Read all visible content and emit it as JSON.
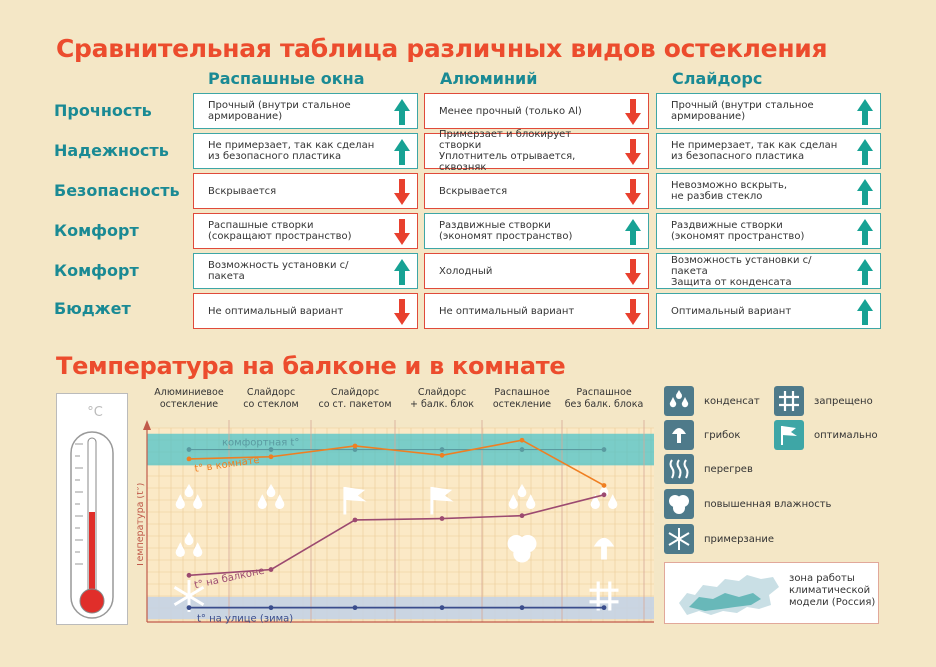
{
  "title": "Сравнительная таблица различных видов остекления",
  "columns": [
    "Распашные окна",
    "Алюминий",
    "Слайдорс"
  ],
  "rows": [
    {
      "label": "Прочность",
      "cells": [
        {
          "text": "Прочный (внутри стальное\nармирование)",
          "good": true
        },
        {
          "text": "Менее прочный (только Al)",
          "good": false
        },
        {
          "text": "Прочный (внутри стальное\nармирование)",
          "good": true
        }
      ]
    },
    {
      "label": "Надежность",
      "cells": [
        {
          "text": "Не примерзает, так как сделан\nиз безопасного пластика",
          "good": true
        },
        {
          "text": "Примерзает и блокирует створки\nУплотнитель отрывается, сквозняк",
          "good": false
        },
        {
          "text": "Не примерзает, так как сделан\nиз безопасного пластика",
          "good": true
        }
      ]
    },
    {
      "label": "Безопасность",
      "cells": [
        {
          "text": "Вскрывается",
          "good": false
        },
        {
          "text": "Вскрывается",
          "good": false
        },
        {
          "text": "Невозможно вскрыть,\nне разбив стекло",
          "good": true
        }
      ]
    },
    {
      "label": "Комфорт",
      "cells": [
        {
          "text": "Распашные створки\n(сокращают пространство)",
          "good": false
        },
        {
          "text": "Раздвижные створки\n(экономят пространство)",
          "good": true
        },
        {
          "text": "Раздвижные створки\n(экономят пространство)",
          "good": true
        }
      ]
    },
    {
      "label": "Комфорт",
      "cells": [
        {
          "text": "Возможность установки с/пакета",
          "good": true
        },
        {
          "text": "Холодный",
          "good": false
        },
        {
          "text": "Возможность установки с/пакета\nЗащита от конденсата",
          "good": true
        }
      ]
    },
    {
      "label": "Бюджет",
      "cells": [
        {
          "text": "Не оптимальный вариант",
          "good": false
        },
        {
          "text": "Не оптимальный вариант",
          "good": false
        },
        {
          "text": "Оптимальный вариант",
          "good": true
        }
      ]
    }
  ],
  "title2": "Температура на балконе и в комнате",
  "thermometer_unit": "°C",
  "chart": {
    "categories": [
      "Алюминиевое\nостекление",
      "Слайдорс\nсо стеклом",
      "Слайдорс\nсо ст. пакетом",
      "Слайдорс\n+ балк. блок",
      "Распашное\nостекление",
      "Распашное\nбез балк. блока"
    ],
    "ylabel": "Температура (t°)",
    "comfort_label": "комфортная t°",
    "room_label": "t° в комнате",
    "balcony_label": "t° на балконе",
    "street_label": "t° на улице (зима)",
    "comfort": [
      1,
      1,
      1,
      1,
      1,
      1
    ],
    "room": [
      -0.3,
      0.0,
      1.5,
      0.2,
      2.3,
      -4.0
    ],
    "balcony": [
      -16.5,
      -15.7,
      -8.8,
      -8.6,
      -8.2,
      -5.3
    ],
    "street": [
      -21,
      -21,
      -21,
      -21,
      -21,
      -21
    ],
    "icons": [
      [
        "condensate",
        "condensate",
        "frost"
      ],
      [
        "condensate"
      ],
      [
        "optimal"
      ],
      [
        "optimal"
      ],
      [
        "condensate",
        "humidity"
      ],
      [
        "condensate",
        "fungus",
        "forbidden"
      ]
    ],
    "colors": {
      "room": "#ef7f22",
      "balcony": "#9c4a70",
      "street": "#3a4d8c",
      "comfort": "#5a9aa0"
    }
  },
  "legend": [
    {
      "icon": "condensate-icon",
      "label": "конденсат"
    },
    {
      "icon": "fungus-icon",
      "label": "грибок"
    },
    {
      "icon": "overheat-icon",
      "label": "перегрев"
    },
    {
      "icon": "humidity-icon",
      "label": "повышенная влажность"
    },
    {
      "icon": "frost-icon",
      "label": "примерзание"
    },
    {
      "icon": "forbidden-icon",
      "label": "запрещено"
    },
    {
      "icon": "optimal-icon",
      "label": "оптимально"
    }
  ],
  "map_label": "зона работы\nклиматической\nмодели (Россия)"
}
